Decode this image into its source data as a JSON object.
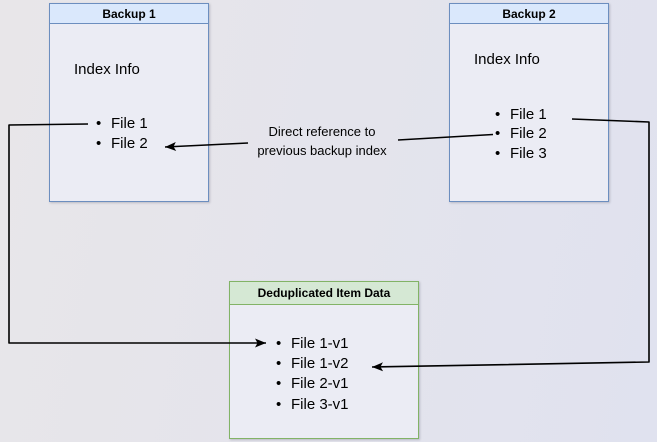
{
  "backup1": {
    "title": "Backup 1",
    "subtitle": "Index Info",
    "items": [
      "File 1",
      "File 2"
    ]
  },
  "backup2": {
    "title": "Backup 2",
    "subtitle": "Index Info",
    "items": [
      "File 1",
      "File 2",
      "File 3"
    ]
  },
  "dedup": {
    "title": "Deduplicated Item Data",
    "items": [
      "File 1-v1",
      "File 1-v2",
      "File 2-v1",
      "File 3-v1"
    ]
  },
  "edge_label": {
    "line1": "Direct reference to",
    "line2": "previous backup index"
  },
  "edges": [
    {
      "name": "backup1-file1-to-dedup-file1v1",
      "from": "Backup 1 / File 1",
      "to": "Deduplicated Item Data / File 1-v1"
    },
    {
      "name": "backup2-file2-to-backup1-file2",
      "from": "Backup 2 / File 2",
      "to": "Backup 1 / File 2",
      "label": "Direct reference to previous backup index"
    },
    {
      "name": "backup2-file1-to-dedup-file1v2",
      "from": "Backup 2 / File 1",
      "to": "Deduplicated Item Data / File 1-v2"
    }
  ],
  "colors": {
    "canvas_bg_left": "#e8e6e9",
    "canvas_bg_right": "#e0e2ef",
    "blue_fill": "#dae8fc",
    "blue_border": "#6c8ebf",
    "green_fill": "#d5e8d4",
    "green_border": "#82b366",
    "node_body_fill": "#ebecf4",
    "line_color": "#000000",
    "text_color": "#000000"
  }
}
